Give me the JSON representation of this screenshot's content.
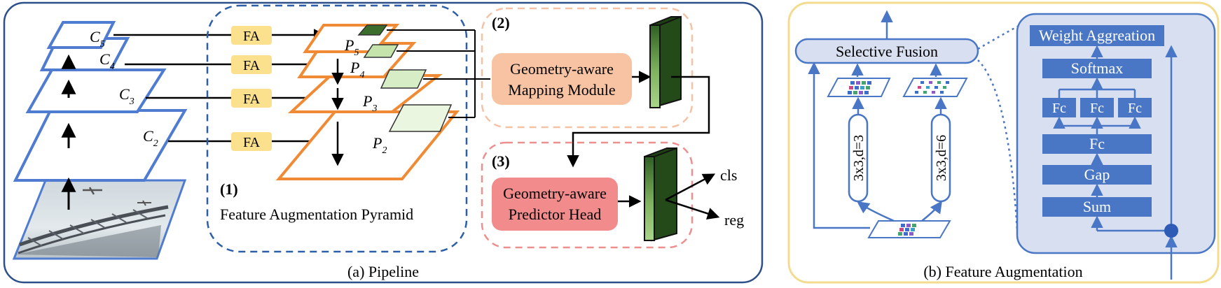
{
  "pipeline": {
    "caption": "(a)  Pipeline",
    "backbone_labels": [
      {
        "base": "C",
        "sub": "5"
      },
      {
        "base": "C",
        "sub": "4"
      },
      {
        "base": "C",
        "sub": "3"
      },
      {
        "base": "C",
        "sub": "2"
      }
    ],
    "fa_label": "FA",
    "pyramid_labels": [
      {
        "base": "P",
        "sub": "5"
      },
      {
        "base": "P",
        "sub": "4"
      },
      {
        "base": "P",
        "sub": "3"
      },
      {
        "base": "P",
        "sub": "2"
      }
    ],
    "section1_num": "(1)",
    "section1_title": "Feature Augmentation Pyramid",
    "section2_num": "(2)",
    "mapping_line1": "Geometry-aware",
    "mapping_line2": "Mapping Module",
    "section3_num": "(3)",
    "predictor_line1": "Geometry-aware",
    "predictor_line2": "Predictor Head",
    "out_cls": "cls",
    "out_reg": "reg",
    "colors": {
      "backbone": "#4f7bd0",
      "pyramid": "#f08a35",
      "fa_fill": "#fbe08e",
      "mapping_fill": "#f8c3a3",
      "predictor_fill": "#f28b8b",
      "frame": "#2d4f8a",
      "green_dark": "#2f5f22",
      "green_light": "#9ccd7c"
    }
  },
  "fa": {
    "caption": "(b)  Feature Augmentation",
    "selective_fusion": "Selective Fusion",
    "conv_left": "3x3,d=3",
    "conv_right": "3x3,d=6",
    "blocks": [
      "Weight Aggreation",
      "Softmax",
      "Fc",
      "Gap",
      "Sum"
    ],
    "fc_label": "Fc",
    "colors": {
      "border": "#f3dc8e",
      "block": "#4a76c6",
      "panel": "#d7dff0"
    }
  }
}
